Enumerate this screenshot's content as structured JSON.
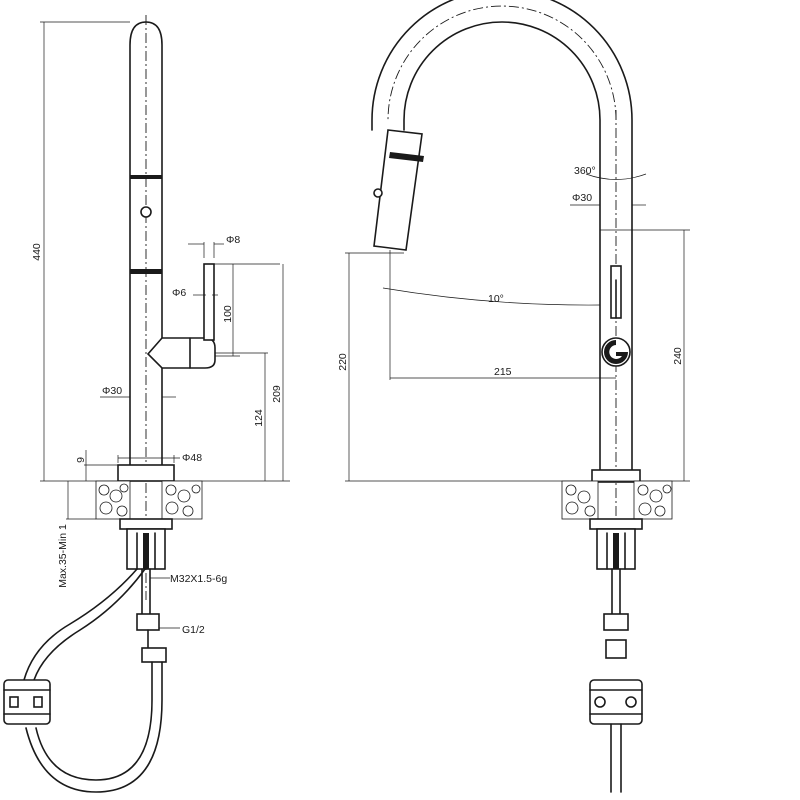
{
  "side_view": {
    "dim_440": "440",
    "dim_phi8": "Φ8",
    "dim_phi6": "Φ6",
    "dim_100": "100",
    "dim_phi30": "Φ30",
    "dim_124": "124",
    "dim_209": "209",
    "dim_9": "9",
    "dim_phi48": "Φ48",
    "dim_max": "Max.35-Min 1",
    "thread_m32": "M32X1.5-6g",
    "thread_g12": "G1/2"
  },
  "front_view": {
    "dim_360": "360°",
    "dim_phi30": "Φ30",
    "dim_10deg": "10°",
    "dim_220": "220",
    "dim_215": "215",
    "dim_240": "240"
  }
}
